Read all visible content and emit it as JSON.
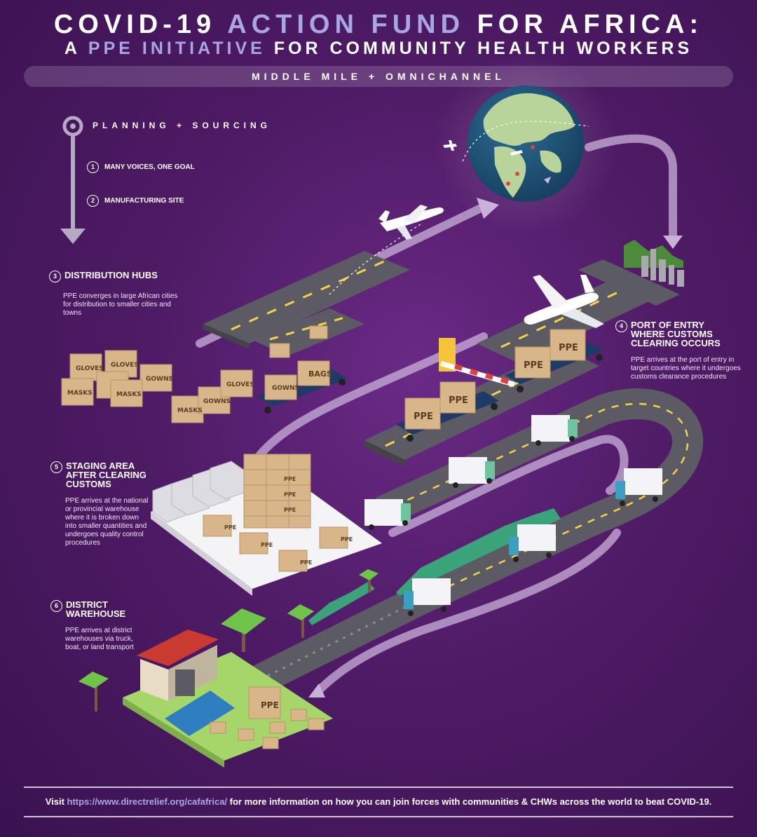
{
  "header": {
    "title_part1": "COVID-19 ",
    "title_highlight": "ACTION FUND",
    "title_part2": " FOR AFRICA:",
    "subtitle_part1": "A ",
    "subtitle_highlight": "PPE INITIATIVE",
    "subtitle_part2": " FOR COMMUNITY HEALTH WORKERS",
    "banner": "MIDDLE MILE + OMNICHANNEL"
  },
  "planning": {
    "title": "PLANNING + SOURCING",
    "steps": [
      {
        "num": "1",
        "label": "MANY VOICES, ONE GOAL"
      },
      {
        "num": "2",
        "label": "MANUFACTURING SITE"
      }
    ]
  },
  "sections": {
    "distribution": {
      "num": "3",
      "title": "DISTRIBUTION HUBS",
      "desc": "PPE converges in large African cities for distribution to smaller cities and towns"
    },
    "port": {
      "num": "4",
      "title": "PORT OF ENTRY WHERE CUSTOMS CLEARING OCCURS",
      "desc": "PPE arrives at the port of entry in target countries where it undergoes customs clearance procedures"
    },
    "staging": {
      "num": "5",
      "title": "STAGING AREA AFTER CLEARING CUSTOMS",
      "desc": "PPE arrives at the national or provincial warehouse where it is broken down into smaller quantities and undergoes quality control procedures"
    },
    "district": {
      "num": "6",
      "title": "DISTRICT WAREHOUSE",
      "desc": "PPE arrives at district warehouses via truck, boat, or land transport"
    }
  },
  "boxes": {
    "gloves": "GLOVES",
    "masks": "MASKS",
    "gowns": "GOWNS",
    "bags": "BAGS",
    "ppe": "PPE"
  },
  "footer": {
    "prefix": "Visit ",
    "link": "https://www.directrelief.org/cafafrica/",
    "suffix": " for more information on how you can join forces with communities & CHWs across the world to beat COVID-19."
  },
  "colors": {
    "background": "#4f1b66",
    "accent": "#a9a6e6",
    "road": "#5c5a62",
    "box": "#d9b68a"
  }
}
